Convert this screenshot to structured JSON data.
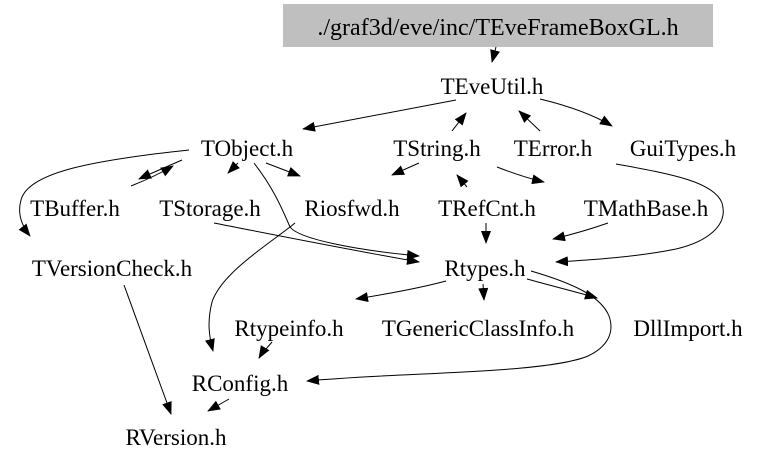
{
  "diagram": {
    "type": "include-dependency-graph",
    "background": "#ffffff",
    "edge_color": "#000000",
    "title_node": {
      "label": "./graf3d/eve/inc/TEveFrameBoxGL.h",
      "background": "#bfbfbf"
    },
    "nodes": [
      {
        "id": "TEveUtil",
        "label": "TEveUtil.h"
      },
      {
        "id": "TObject",
        "label": "TObject.h"
      },
      {
        "id": "TString",
        "label": "TString.h"
      },
      {
        "id": "TError",
        "label": "TError.h"
      },
      {
        "id": "GuiTypes",
        "label": "GuiTypes.h"
      },
      {
        "id": "TBuffer",
        "label": "TBuffer.h"
      },
      {
        "id": "TStorage",
        "label": "TStorage.h"
      },
      {
        "id": "Riosfwd",
        "label": "Riosfwd.h"
      },
      {
        "id": "TRefCnt",
        "label": "TRefCnt.h"
      },
      {
        "id": "TMathBase",
        "label": "TMathBase.h"
      },
      {
        "id": "TVersionCheck",
        "label": "TVersionCheck.h"
      },
      {
        "id": "Rtypes",
        "label": "Rtypes.h"
      },
      {
        "id": "Rtypeinfo",
        "label": "Rtypeinfo.h"
      },
      {
        "id": "TGenericClassInfo",
        "label": "TGenericClassInfo.h"
      },
      {
        "id": "DllImport",
        "label": "DllImport.h"
      },
      {
        "id": "RConfig",
        "label": "RConfig.h"
      },
      {
        "id": "RVersion",
        "label": "RVersion.h"
      }
    ],
    "edges": [
      {
        "from": "TEveFrameBoxGL",
        "to": "TEveUtil"
      },
      {
        "from": "TString",
        "to": "TEveUtil"
      },
      {
        "from": "TError",
        "to": "TEveUtil"
      },
      {
        "from": "TEveUtil",
        "to": "TObject"
      },
      {
        "from": "TEveUtil",
        "to": "GuiTypes"
      },
      {
        "from": "TObject",
        "to": "TBuffer"
      },
      {
        "from": "TBuffer",
        "to": "TObject"
      },
      {
        "from": "TObject",
        "to": "TStorage"
      },
      {
        "from": "TObject",
        "to": "Riosfwd"
      },
      {
        "from": "TObject",
        "to": "TVersionCheck"
      },
      {
        "from": "TObject",
        "to": "Rtypes"
      },
      {
        "from": "TStorage",
        "to": "Rtypes"
      },
      {
        "from": "Riosfwd",
        "to": "RConfig"
      },
      {
        "from": "TString",
        "to": "Riosfwd"
      },
      {
        "from": "TRefCnt",
        "to": "TString"
      },
      {
        "from": "TString",
        "to": "TMathBase"
      },
      {
        "from": "TRefCnt",
        "to": "Rtypes"
      },
      {
        "from": "TMathBase",
        "to": "Rtypes"
      },
      {
        "from": "GuiTypes",
        "to": "Rtypes"
      },
      {
        "from": "Rtypes",
        "to": "Rtypeinfo"
      },
      {
        "from": "Rtypes",
        "to": "TGenericClassInfo"
      },
      {
        "from": "Rtypes",
        "to": "DllImport"
      },
      {
        "from": "Rtypes",
        "to": "RConfig"
      },
      {
        "from": "Rtypeinfo",
        "to": "RConfig"
      },
      {
        "from": "TVersionCheck",
        "to": "RVersion"
      },
      {
        "from": "RConfig",
        "to": "RVersion"
      }
    ]
  }
}
